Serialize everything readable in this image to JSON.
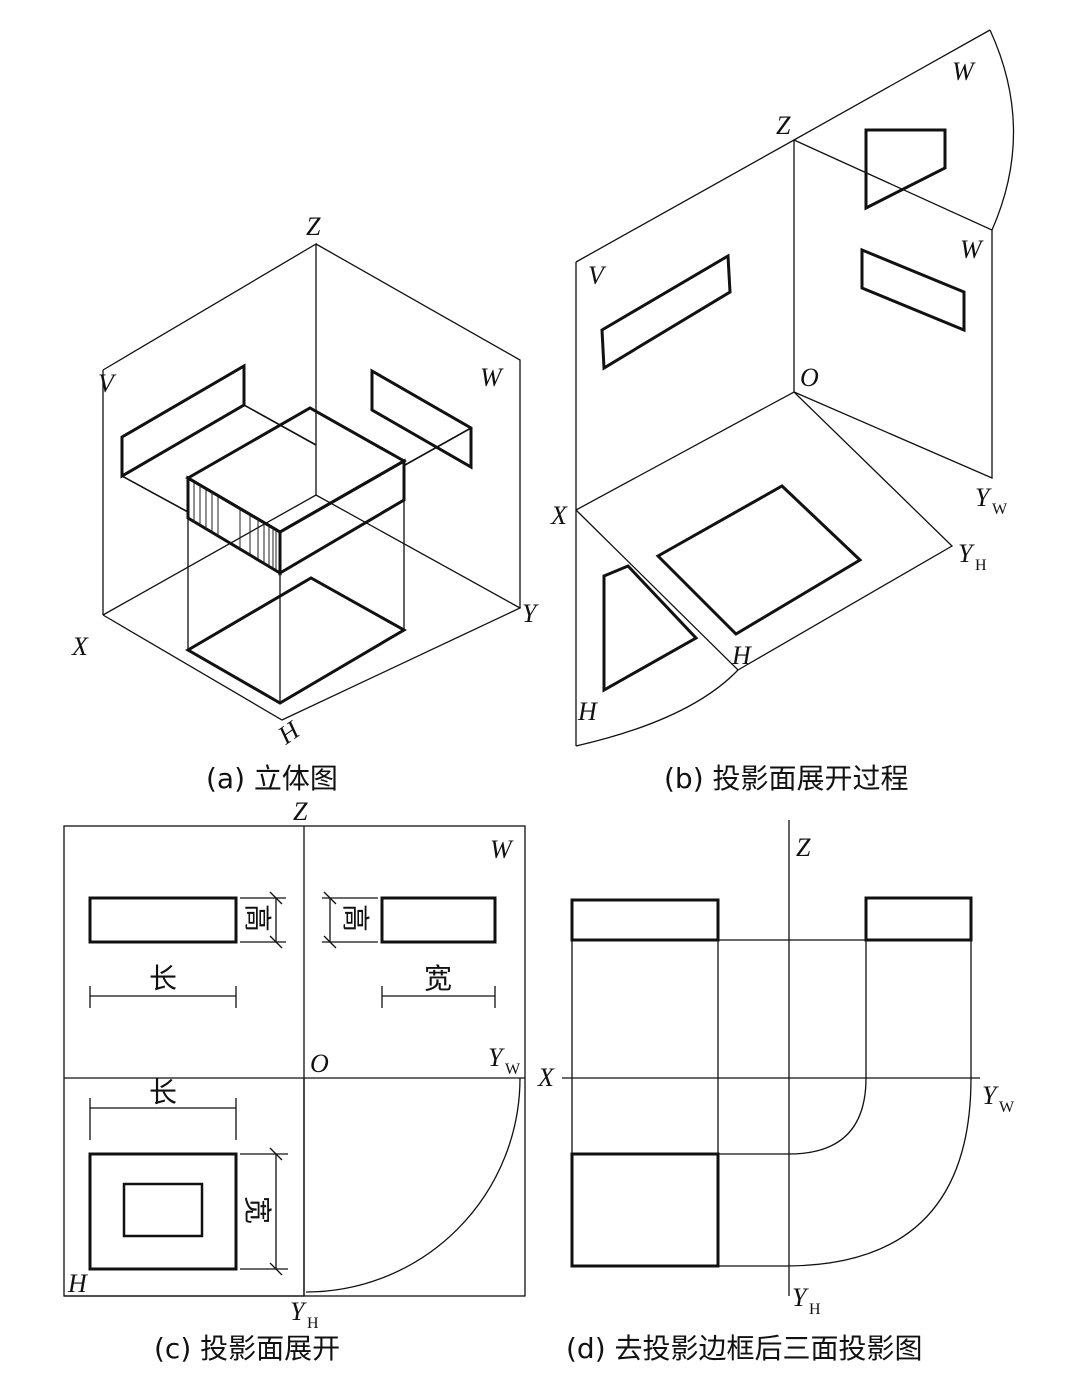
{
  "panels": {
    "a": {
      "caption": "(a)  立体图",
      "labels": {
        "z": "Z",
        "v": "V",
        "w": "W",
        "x": "X",
        "y": "Y",
        "h": "H"
      }
    },
    "b": {
      "caption": "(b)  投影面展开过程",
      "labels": {
        "z": "Z",
        "w_top": "W",
        "w_mid": "W",
        "v": "V",
        "o": "O",
        "x": "X",
        "yw": "Y",
        "yw_sub": "W",
        "yh": "Y",
        "yh_sub": "H",
        "h_mid": "H",
        "h_low": "H"
      }
    },
    "c": {
      "caption": "(c)  投影面展开",
      "labels": {
        "z": "Z",
        "w": "W",
        "o": "O",
        "yw": "Y",
        "yw_sub": "W",
        "h": "H",
        "yh": "Y",
        "yh_sub": "H"
      },
      "dims": {
        "height_left": "高",
        "height_right": "高",
        "length_top": "长",
        "width_right": "宽",
        "length_bottom": "长",
        "width_bottom": "宽"
      }
    },
    "d": {
      "caption": "(d)  去投影边框后三面投影图",
      "labels": {
        "z": "Z",
        "x": "X",
        "yw": "Y",
        "yw_sub": "W",
        "yh": "Y",
        "yh_sub": "H"
      }
    }
  }
}
